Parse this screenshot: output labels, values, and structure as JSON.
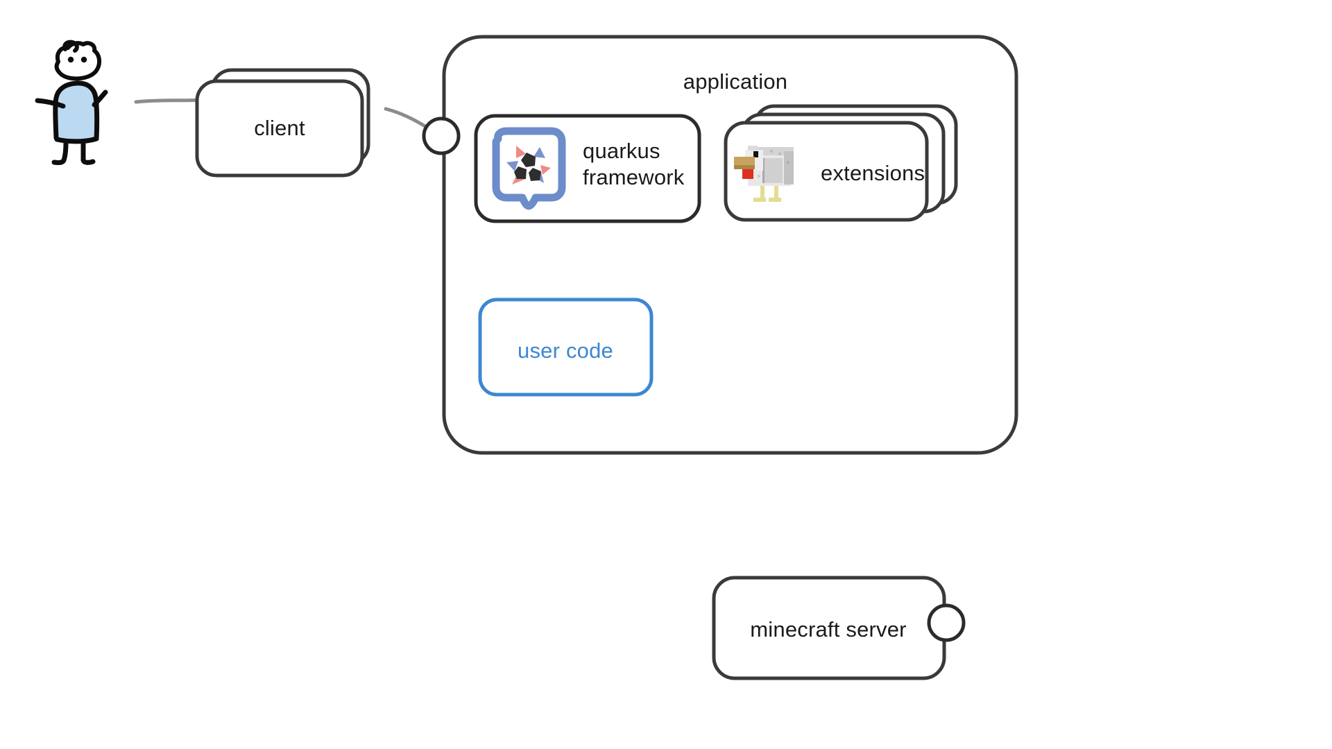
{
  "diagram": {
    "title": "quarkus application architecture sketch",
    "style": "hand-drawn whiteboard sketch",
    "background_color": "#ffffff",
    "stroke_color": "#3a3a3a",
    "accent_blue": "#3d87d1",
    "connector_color": "#8c8c8c"
  },
  "actor": {
    "name": "user-stick-figure",
    "shirt_color": "#bcd9f2",
    "outline_color": "#0d0d0d"
  },
  "nodes": {
    "client": {
      "label": "client",
      "stacked": true,
      "stack_count": 2
    },
    "application": {
      "label": "application"
    },
    "quarkus_framework": {
      "label_line1": "quarkus",
      "label_line2": "framework",
      "icon": "quarkus-logo-icon",
      "stacked": false
    },
    "extensions": {
      "label": "extensions",
      "icon": "minecraft-chicken-icon",
      "stacked": true,
      "stack_count": 3
    },
    "user_code": {
      "label": "user code",
      "border_color": "#3d87d1",
      "text_color": "#3d87d1"
    },
    "minecraft_server": {
      "label": "minecraft server",
      "has_port": true
    }
  },
  "ports": [
    {
      "name": "application-inbound-port"
    },
    {
      "name": "minecraft-server-port"
    }
  ],
  "connectors": [
    {
      "name": "user-to-client-link",
      "from": "user-stick-figure",
      "to": "client"
    },
    {
      "name": "client-to-application-link",
      "from": "client",
      "to": "application-inbound-port"
    }
  ],
  "icons": {
    "quarkus_logo": {
      "name": "quarkus-logo-icon",
      "frame_color": "#5a7fc4",
      "blue_color": "#7b93cd",
      "red_color": "#ef8a84",
      "dark_color": "#2e2e2e"
    },
    "minecraft_chicken": {
      "name": "minecraft-chicken-icon",
      "body_color": "#e6e6e6",
      "shade_color": "#b9b9b9",
      "beak_color": "#c8a25e",
      "wattle_color": "#e03020",
      "leg_color": "#e4dc93",
      "eye_color": "#121212"
    }
  }
}
